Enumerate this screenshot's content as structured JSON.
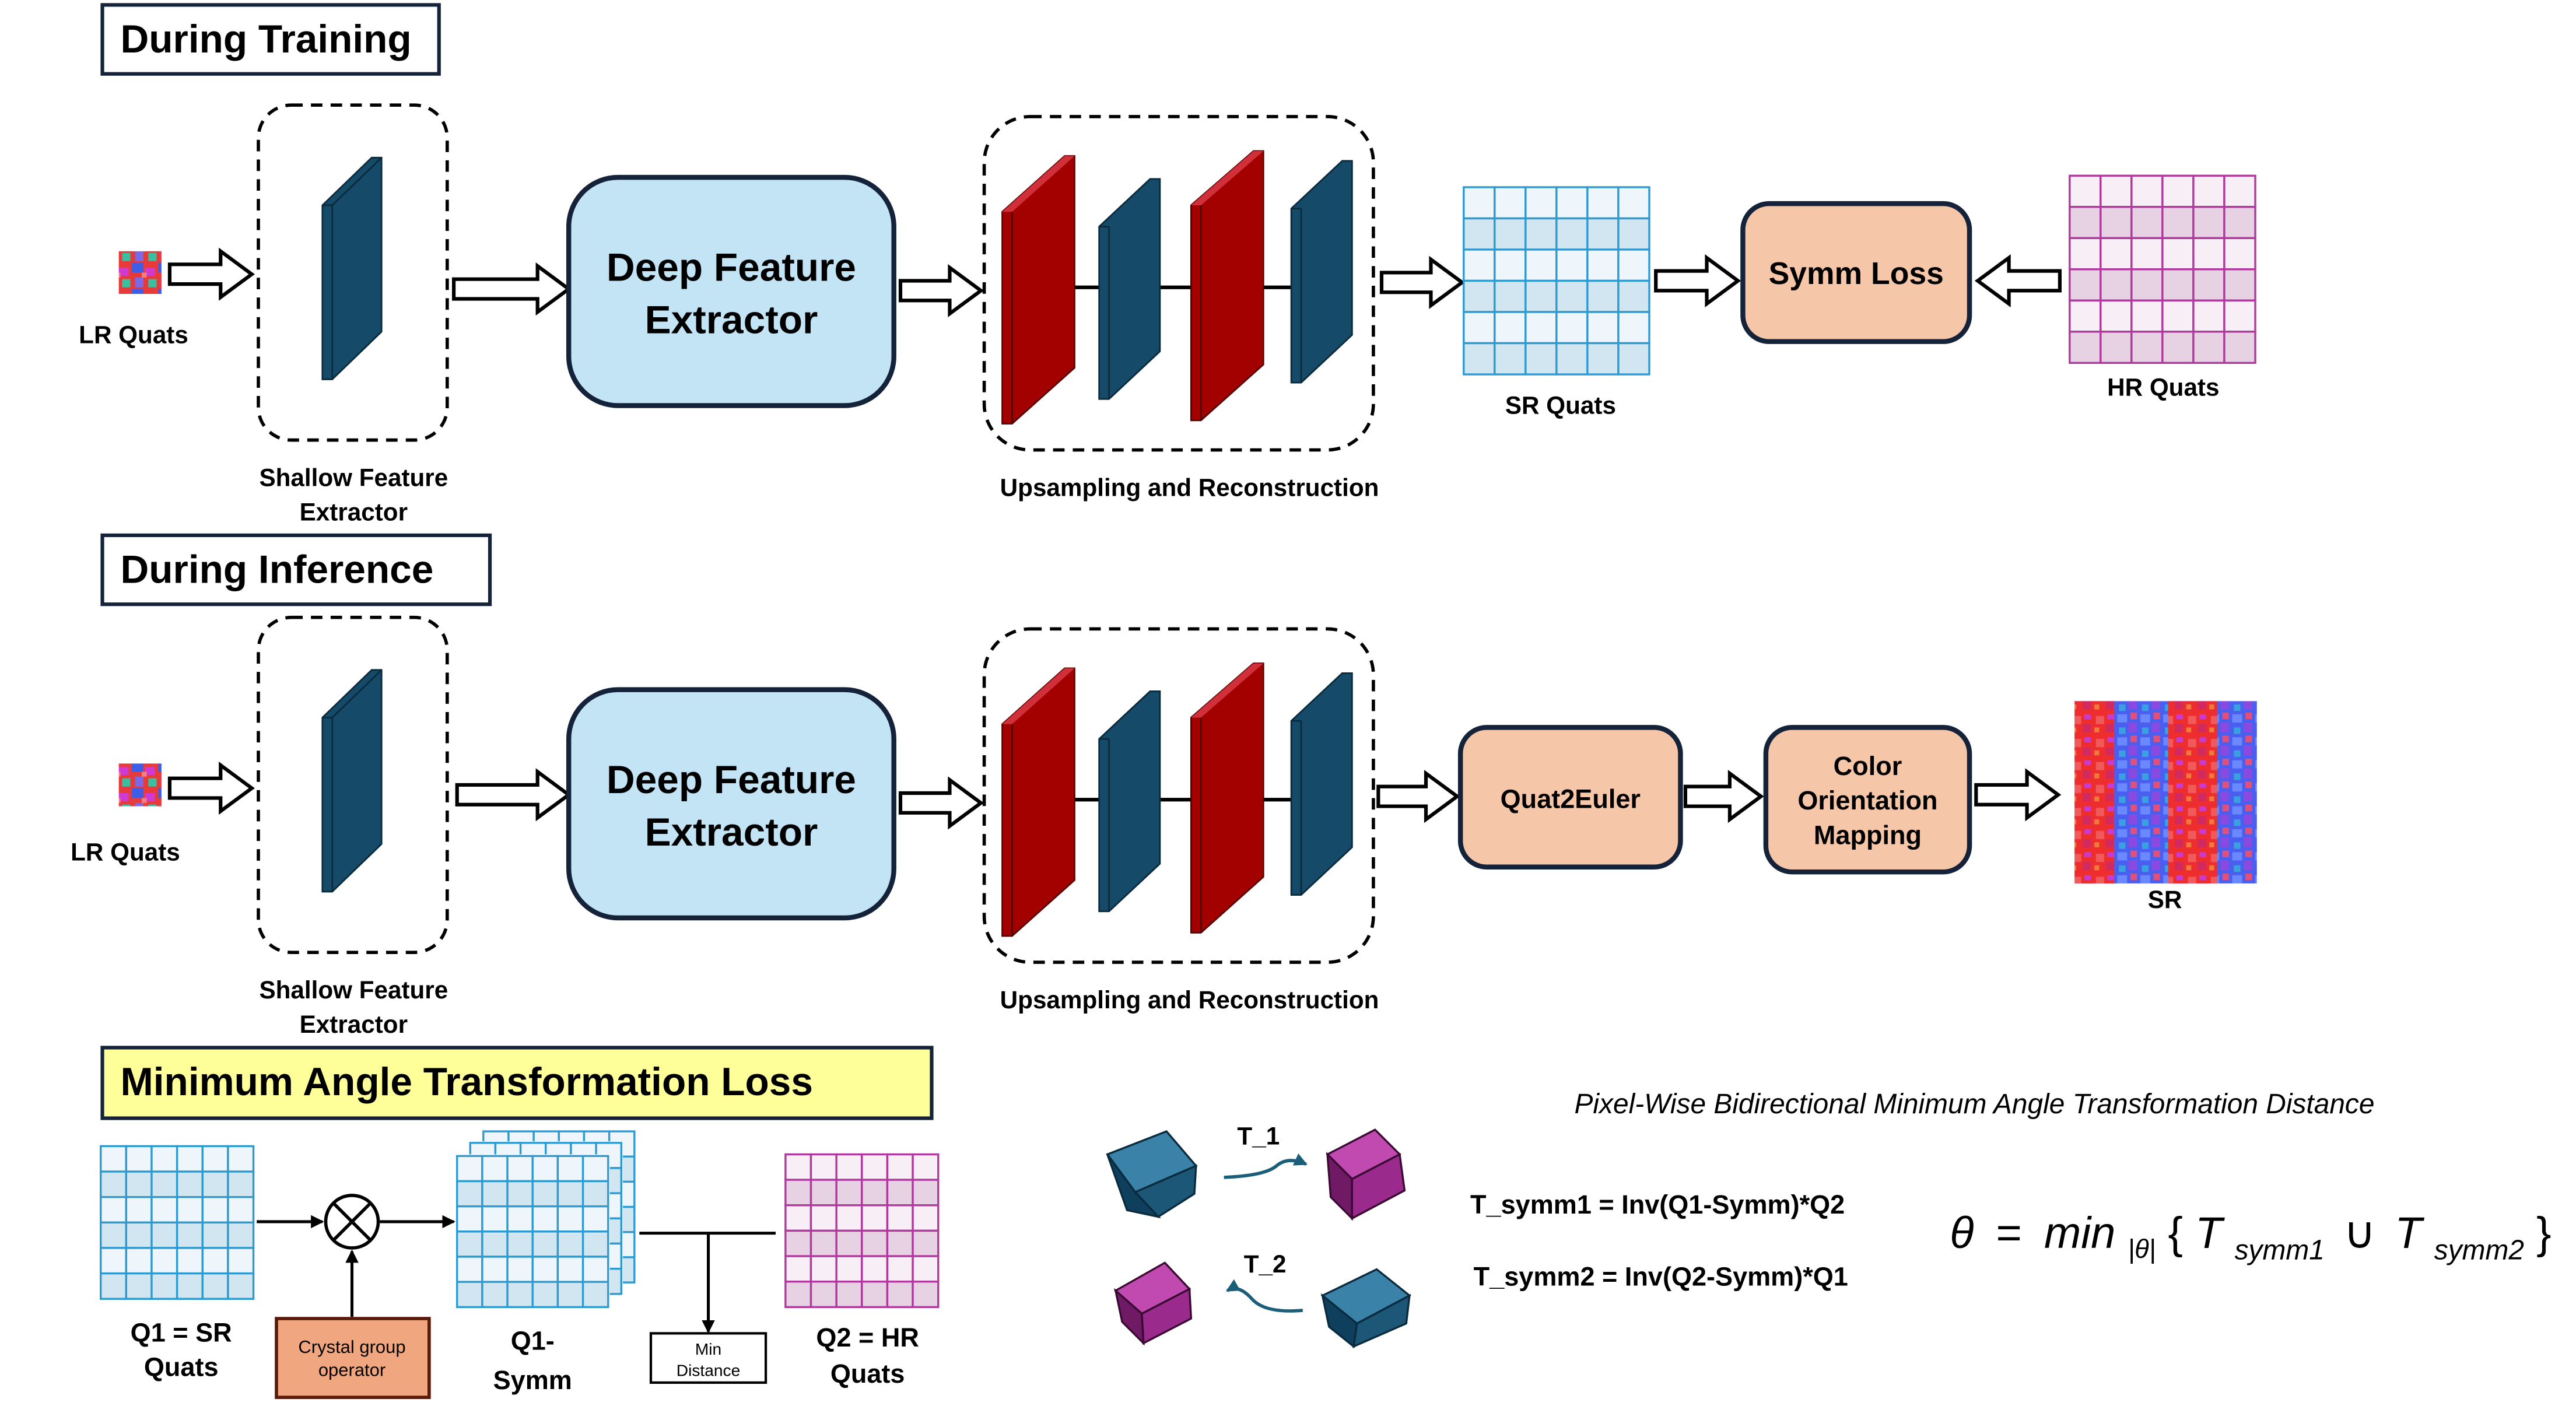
{
  "sections": {
    "training": "During Training",
    "inference": "During Inference",
    "loss": "Minimum Angle Transformation Loss"
  },
  "labels": {
    "lr_quats": "LR Quats",
    "shallow_1": "Shallow Feature",
    "shallow_2": "Extractor",
    "deep_1": "Deep Feature",
    "deep_2": "Extractor",
    "upsampling": "Upsampling and Reconstruction",
    "sr_quats": "SR Quats",
    "symm_loss": "Symm Loss",
    "hr_quats": "HR Quats",
    "quat2euler": "Quat2Euler",
    "color_1": "Color",
    "color_2": "Orientation",
    "color_3": "Mapping",
    "sr": "SR"
  },
  "loss": {
    "q1_1": "Q1 = SR",
    "q1_2": "Quats",
    "crystal_1": "Crystal group",
    "crystal_2": "operator",
    "q1symm_1": "Q1-",
    "q1symm_2": "Symm",
    "min_1": "Min",
    "min_2": "Distance",
    "q2_1": "Q2 = HR",
    "q2_2": "Quats",
    "pixelwise": "Pixel-Wise Bidirectional Minimum Angle Transformation Distance",
    "t1": "T_1",
    "t2": "T_2",
    "eq1": "T_symm1 = Inv(Q1-Symm)*Q2",
    "eq2": "T_symm2 = Inv(Q2-Symm)*Q1"
  },
  "formula": {
    "theta": "θ",
    "equals": "=",
    "min": "min",
    "sub": "|θ|",
    "open": "{",
    "t": "T",
    "sub1": "symm1",
    "union": "∪",
    "sub2": "symm2",
    "close": "}"
  },
  "colors": {
    "deep_fill": "#c3e4f4",
    "orange_fill": "#f5c6a8",
    "navy_plate": "#154a69",
    "red_plate": "#a30000",
    "yellow_fill": "#ffff99",
    "blue_grid": "#2d9ad0",
    "purple_grid": "#b0389f"
  }
}
